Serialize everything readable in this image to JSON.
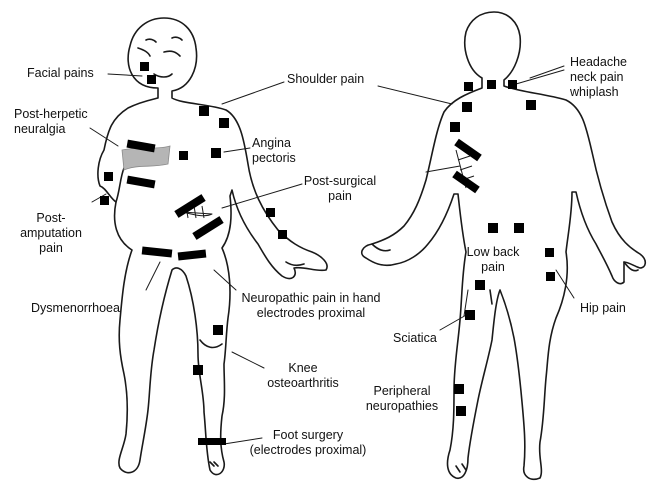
{
  "colors": {
    "outline": "#1a1a1a",
    "electrode": "#000000",
    "herpes_patch": "#b5b5b5",
    "background": "#ffffff"
  },
  "labels": {
    "facial_pains": "Facial pains",
    "post_herpetic": "Post-herpetic\nneuralgia",
    "post_amputation": "Post-\namputation\npain",
    "dysmenorrhoea": "Dysmenorrhoea",
    "shoulder_pain": "Shoulder pain",
    "angina": "Angina\npectoris",
    "post_surgical": "Post-surgical\npain",
    "neuropathic": "Neuropathic pain in hand\nelectrodes proximal",
    "knee": "Knee\nosteoarthritis",
    "foot_surgery": "Foot surgery\n(electrodes proximal)",
    "headache": "Headache\nneck pain\nwhiplash",
    "low_back": "Low back\npain",
    "hip_pain": "Hip pain",
    "sciatica": "Sciatica",
    "peripheral": "Peripheral\nneuropathies"
  }
}
